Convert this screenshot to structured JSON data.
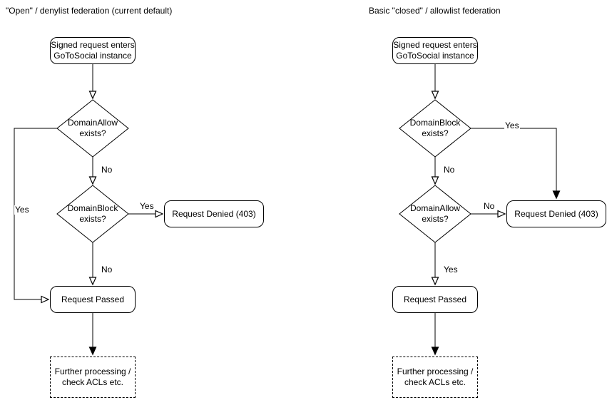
{
  "colors": {
    "stroke": "#000000",
    "fill": "#ffffff",
    "text": "#000000"
  },
  "diagram_left": {
    "title": "\"Open\" / denylist federation (current default)",
    "nodes": {
      "start": {
        "label": "Signed request enters\nGoToSocial instance"
      },
      "decision1": {
        "label": "DomainAllow\nexists?"
      },
      "decision2": {
        "label": "DomainBlock\nexists?"
      },
      "denied": {
        "label": "Request Denied (403)"
      },
      "passed": {
        "label": "Request Passed"
      },
      "further": {
        "label": "Further processing /\ncheck ACLs etc."
      }
    },
    "edge_labels": {
      "decision1_no": "No",
      "decision1_yes": "Yes",
      "decision2_yes": "Yes",
      "decision2_no": "No"
    }
  },
  "diagram_right": {
    "title": "Basic \"closed\" / allowlist federation",
    "nodes": {
      "start": {
        "label": "Signed request enters\nGoToSocial instance"
      },
      "decision1": {
        "label": "DomainBlock\nexists?"
      },
      "decision2": {
        "label": "DomainAllow\nexists?"
      },
      "denied": {
        "label": "Request Denied (403)"
      },
      "passed": {
        "label": "Request Passed"
      },
      "further": {
        "label": "Further processing /\ncheck ACLs etc."
      }
    },
    "edge_labels": {
      "decision1_no": "No",
      "decision1_yes": "Yes",
      "decision2_no": "No",
      "decision2_yes": "Yes"
    }
  }
}
